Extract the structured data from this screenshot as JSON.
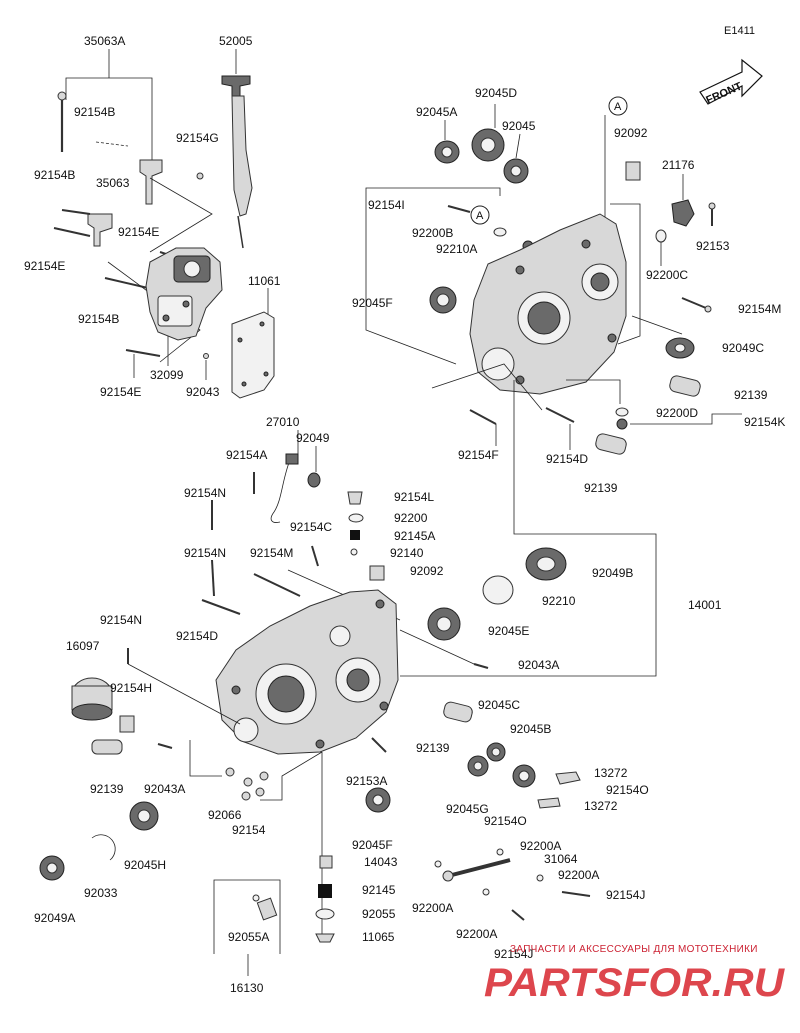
{
  "diagram_code": "E1411",
  "front_label": "FRONT",
  "callout_a": "A",
  "labels": {
    "p35063A": "35063A",
    "p52005": "52005",
    "p92154B_1": "92154B",
    "p92154G": "92154G",
    "p92154B_2": "92154B",
    "p35063": "35063",
    "p92154E_1": "92154E",
    "p92154E_2": "92154E",
    "p11061": "11061",
    "p92154B_3": "92154B",
    "p32099": "32099",
    "p92154E_3": "92154E",
    "p92043": "92043",
    "p92045A": "92045A",
    "p92045D": "92045D",
    "p92045": "92045",
    "p92092_1": "92092",
    "p21176": "21176",
    "p92154I": "92154I",
    "p92200B": "92200B",
    "p92210A": "92210A",
    "p92153_1": "92153",
    "p92200C": "92200C",
    "p92045F_1": "92045F",
    "p92154M_1": "92154M",
    "p92049C": "92049C",
    "p92139_1": "92139",
    "p92200D": "92200D",
    "p92154K": "92154K",
    "p92154F": "92154F",
    "p92154D_1": "92154D",
    "p92139_2": "92139",
    "p27010": "27010",
    "p92049": "92049",
    "p92154A": "92154A",
    "p92154N_1": "92154N",
    "p92154L": "92154L",
    "p92200": "92200",
    "p92154C": "92154C",
    "p92145A": "92145A",
    "p92154N_2": "92154N",
    "p92154M_2": "92154M",
    "p92140": "92140",
    "p92092_2": "92092",
    "p92049B": "92049B",
    "p92210": "92210",
    "p14001": "14001",
    "p92154D_2": "92154D",
    "p92045E": "92045E",
    "p92154N_3": "92154N",
    "p92043A_1": "92043A",
    "p16097": "16097",
    "p92154H": "92154H",
    "p92045C": "92045C",
    "p92139_3": "92139",
    "p92045B": "92045B",
    "p92139_4": "92139",
    "p92043A_2": "92043A",
    "p13272_1": "13272",
    "p92154O_1": "92154O",
    "p92153A": "92153A",
    "p92045G": "92045G",
    "p13272_2": "13272",
    "p92066": "92066",
    "p92154O_2": "92154O",
    "p92154": "92154",
    "p92045H": "92045H",
    "p92045F_2": "92045F",
    "p92200A_1": "92200A",
    "p14043": "14043",
    "p31064": "31064",
    "p92033": "92033",
    "p92145": "92145",
    "p92200A_2": "92200A",
    "p92049A": "92049A",
    "p92200A_3": "92200A",
    "p92055": "92055",
    "p92154J_1": "92154J",
    "p92055A": "92055A",
    "p11065": "11065",
    "p92200A_4": "92200A",
    "p92154J_2": "92154J",
    "p16130": "16130"
  },
  "watermark": {
    "tagline": "ЗАПЧАСТИ И АКСЕССУАРЫ ДЛЯ МОТОТЕХНИКИ",
    "brand": "PARTSFOR.RU"
  }
}
